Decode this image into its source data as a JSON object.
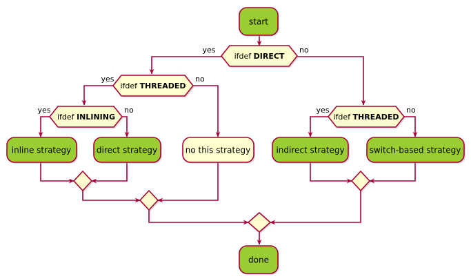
{
  "diagram": {
    "type": "activity-flowchart",
    "title": "",
    "colors": {
      "terminal_fill": "#9ACD32",
      "activity_fill": "#9ACD32",
      "inactive_fill": "#FEFECE",
      "decision_fill": "#FEFECE",
      "merge_fill": "#FEFECE",
      "border": "#A80036",
      "arrow": "#A80036",
      "text": "#000000",
      "background": "#FFFFFF"
    },
    "nodes": {
      "start": {
        "label": "start",
        "shape": "terminal",
        "fill": "#9ACD32"
      },
      "done": {
        "label": "done",
        "shape": "terminal",
        "fill": "#9ACD32"
      },
      "decision_direct": {
        "prefix": "ifdef",
        "keyword": "DIRECT",
        "shape": "decision"
      },
      "decision_threaded_left": {
        "prefix": "ifdef",
        "keyword": "THREADED",
        "shape": "decision"
      },
      "decision_inlining": {
        "prefix": "ifdef",
        "keyword": "INLINING",
        "shape": "decision"
      },
      "decision_threaded_right": {
        "prefix": "ifdef",
        "keyword": "THREADED",
        "shape": "decision"
      },
      "inline_strategy": {
        "label": "inline strategy",
        "shape": "activity",
        "fill": "#9ACD32"
      },
      "direct_strategy": {
        "label": "direct strategy",
        "shape": "activity",
        "fill": "#9ACD32"
      },
      "no_this_strategy": {
        "label": "no this strategy",
        "shape": "activity",
        "fill": "#FEFECE"
      },
      "indirect_strategy": {
        "label": "indirect strategy",
        "shape": "activity",
        "fill": "#9ACD32"
      },
      "switch_based_strategy": {
        "label": "switch-based strategy",
        "shape": "activity",
        "fill": "#9ACD32"
      }
    },
    "edge_labels": {
      "direct_yes": "yes",
      "direct_no": "no",
      "threaded_left_yes": "yes",
      "threaded_left_no": "no",
      "inlining_yes": "yes",
      "inlining_no": "no",
      "threaded_right_yes": "yes",
      "threaded_right_no": "no"
    },
    "merges": {
      "merge_inlining": {
        "label": "",
        "shape": "merge-diamond"
      },
      "merge_left": {
        "label": "",
        "shape": "merge-diamond"
      },
      "merge_right": {
        "label": "",
        "shape": "merge-diamond"
      },
      "merge_final": {
        "label": "",
        "shape": "merge-diamond"
      }
    }
  }
}
